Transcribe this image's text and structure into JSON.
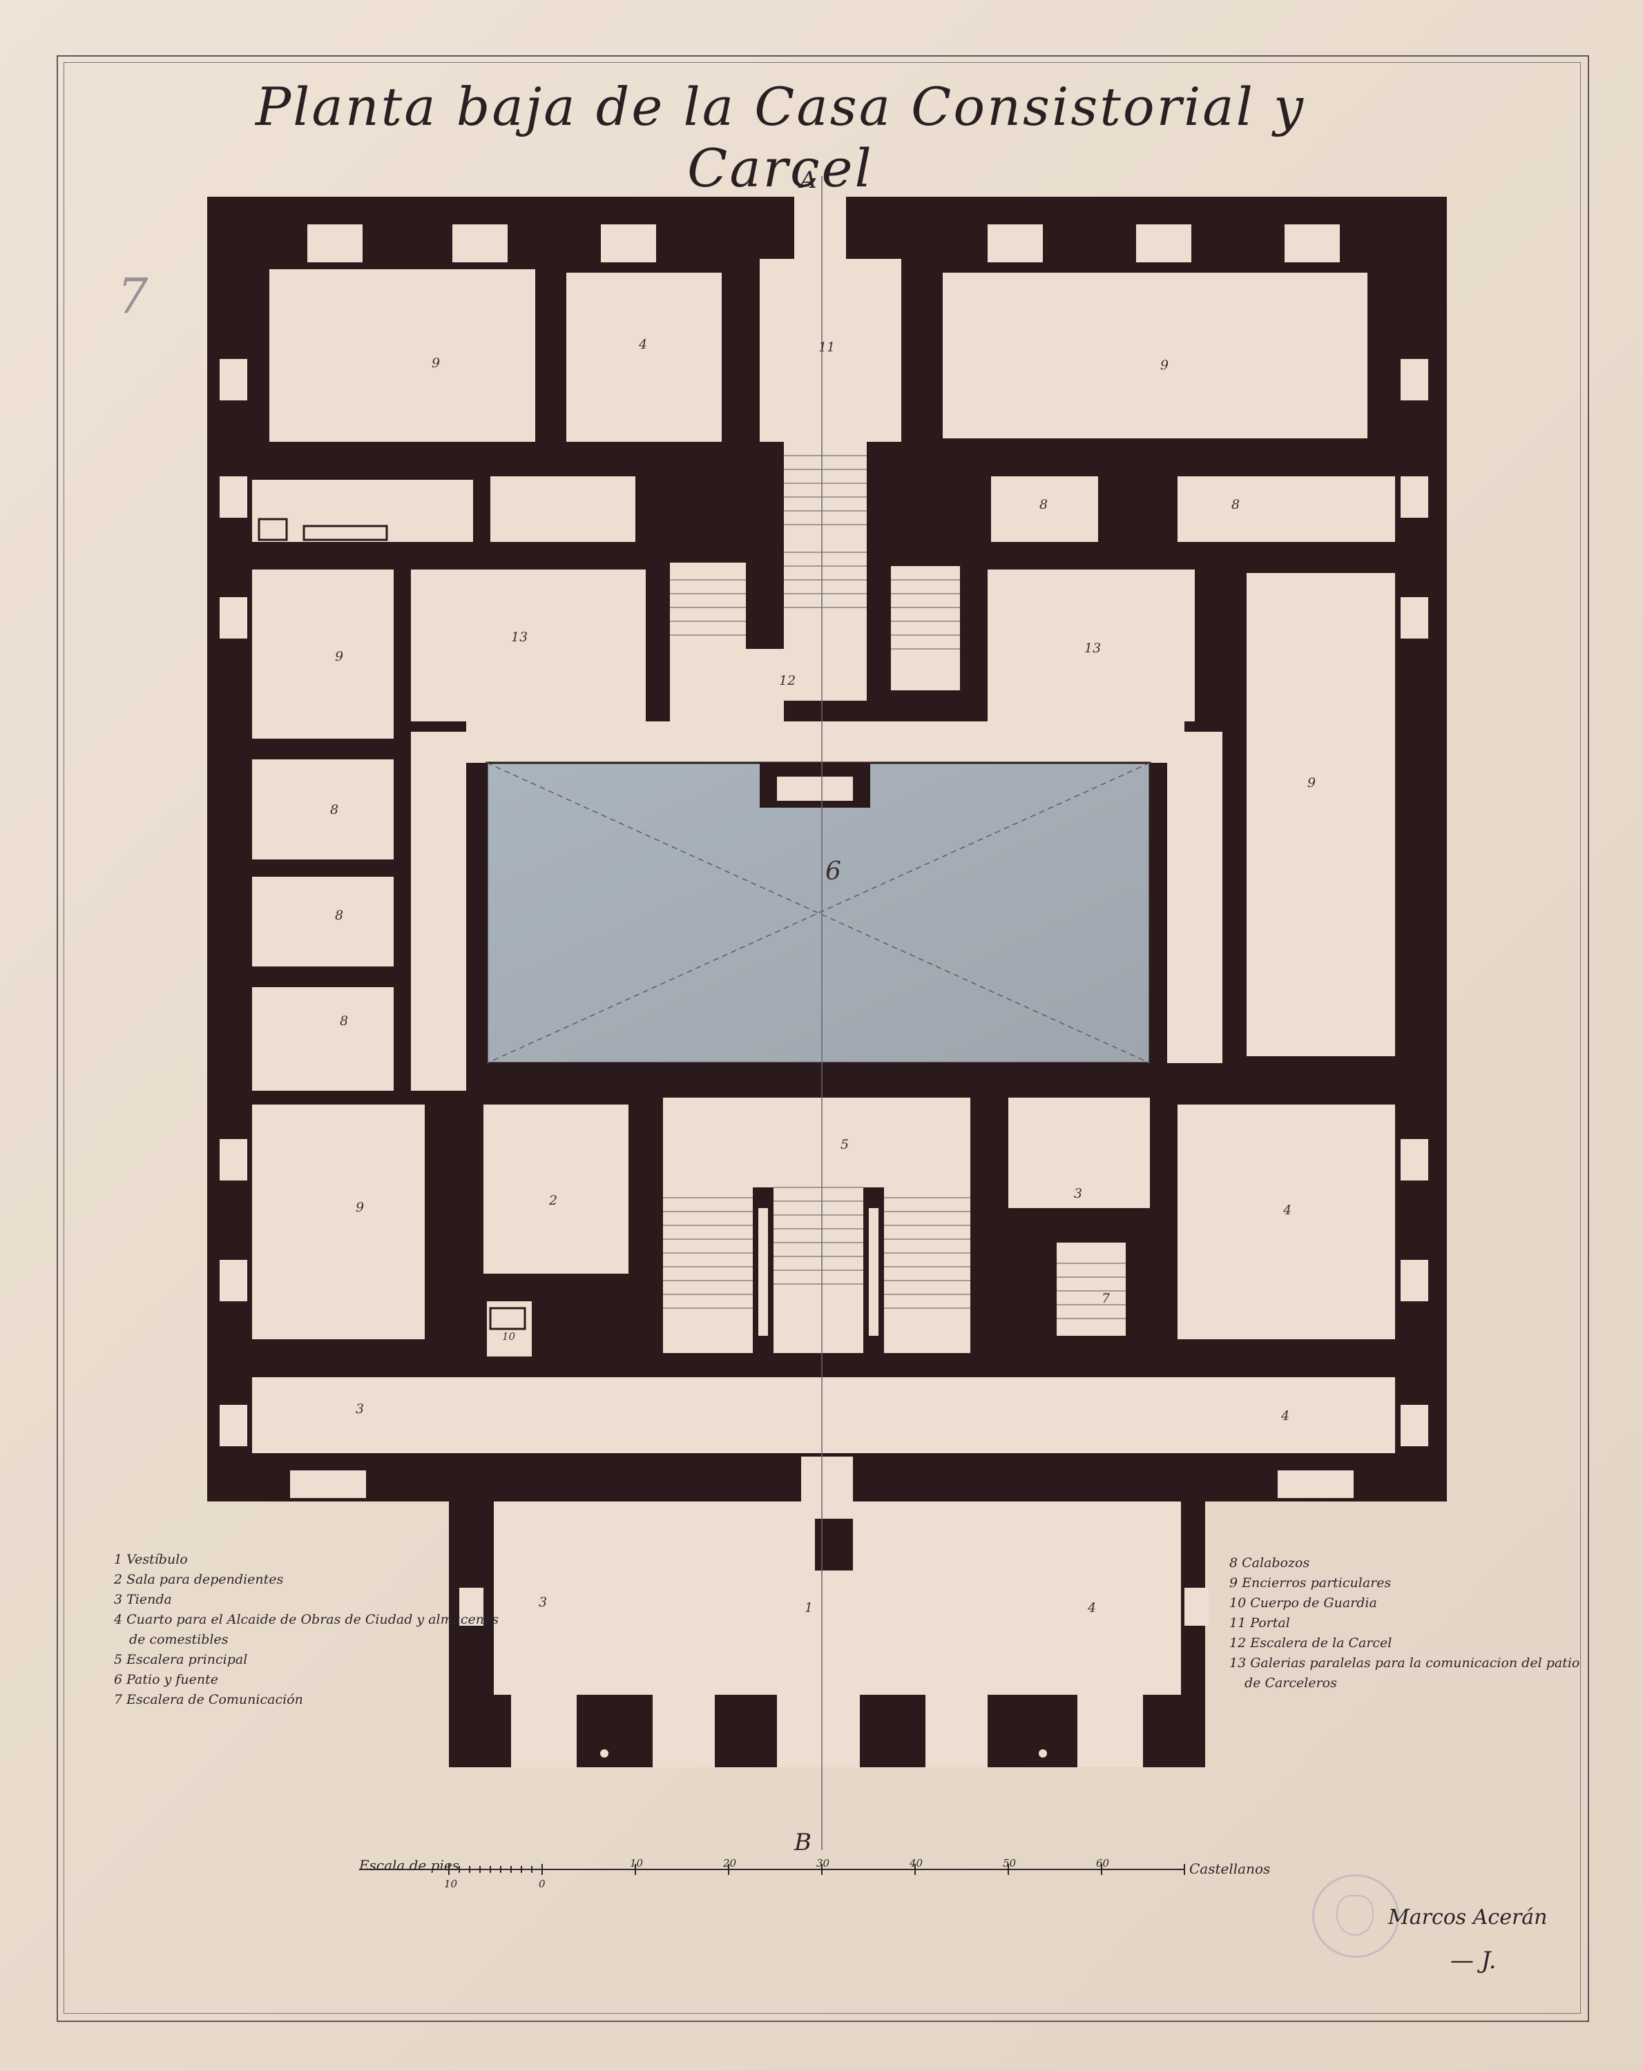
{
  "title": "Planta baja de la Casa Consistorial y Carcel",
  "pencil_mark": "7",
  "axis_marks": {
    "top": "A",
    "bottom": "B"
  },
  "room_numbers": {
    "upper_left": "9",
    "upper_center_left": "4",
    "stair_tower": "11",
    "upper_right": "9",
    "cells_right_a": "8",
    "cells_right_b": "8",
    "left_13": "9",
    "center_left_13": "13",
    "stair_12": "12",
    "center_right_13": "13",
    "left_8a": "8",
    "left_8b": "8",
    "left_8c": "8",
    "right_9": "9",
    "patio": "6",
    "low_left": "9",
    "low_2": "2",
    "stair_5": "5",
    "low_3": "3",
    "low_right_4": "4",
    "stair_7": "7",
    "closet_10": "10",
    "gallery_left": "3",
    "gallery_right": "4",
    "vestibulo": "1",
    "porch_left": "3",
    "porch_right": "4"
  },
  "legend_left": [
    "1 Vestíbulo",
    "2 Sala para dependientes",
    "3 Tienda",
    "4 Cuarto para el Alcaide de Obras de Ciudad y almacenes",
    "de comestibles",
    "5 Escalera principal",
    "6 Patio y fuente",
    "7 Escalera de Comunicación"
  ],
  "legend_right": [
    "8 Calabozos",
    "9 Encierros particulares",
    "10 Cuerpo de Guardia",
    "11 Portal",
    "12 Escalera de la Carcel",
    "13 Galerias paralelas para la comunicacion del patio",
    "de Carceleros"
  ],
  "scale": {
    "label": "Escala de pies",
    "ticks": [
      "10",
      "0",
      "10",
      "20",
      "30",
      "40",
      "50",
      "60"
    ],
    "unit": "Castellanos"
  },
  "signature": "Marcos Acerán",
  "flourish": "— J.",
  "colors": {
    "wall": "#2a1a1c",
    "paper": "#ecdfd1",
    "patio": "#a4aeb6",
    "ink": "#2d2428"
  }
}
